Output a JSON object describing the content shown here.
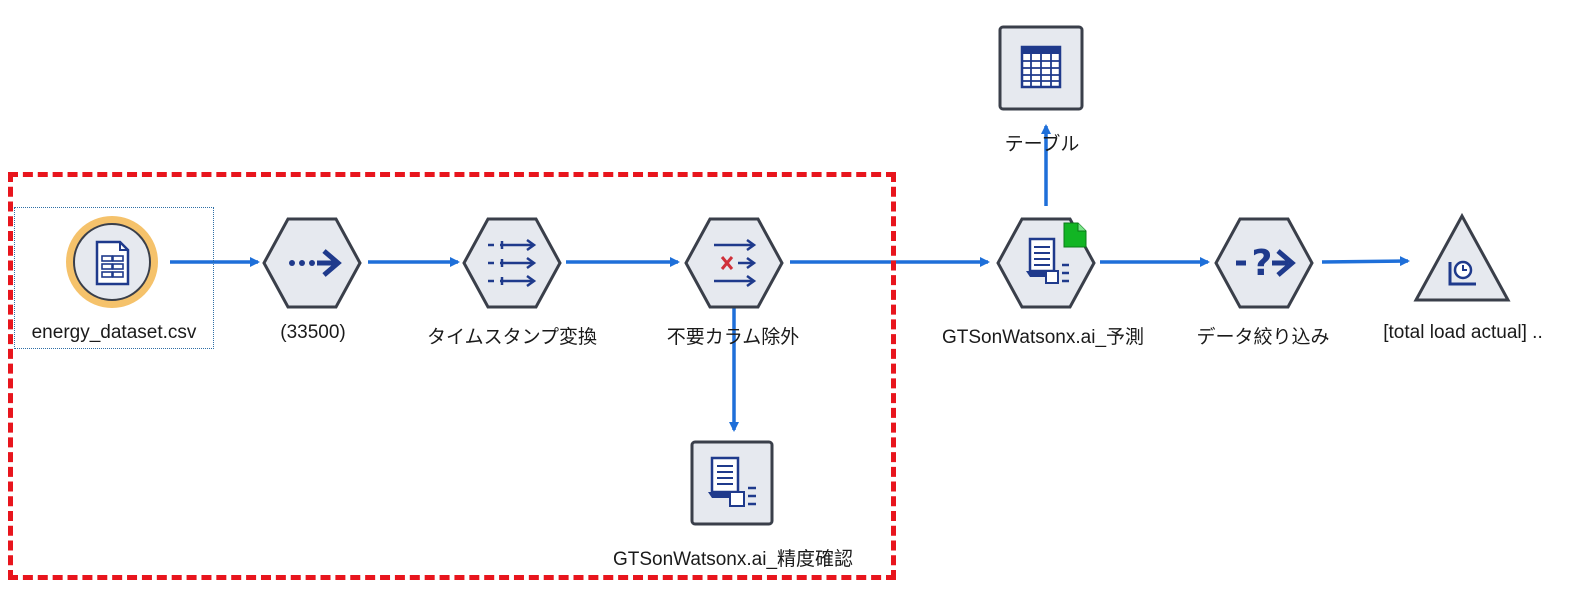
{
  "stream": {
    "nodes": [
      {
        "id": "source",
        "label": "energy_dataset.csv",
        "icon": "variable-file-source-icon"
      },
      {
        "id": "sample",
        "label": "(33500)",
        "icon": "sample-arrow-icon"
      },
      {
        "id": "timestamp",
        "label": "タイムスタンプ変換",
        "icon": "derive-arrows-icon"
      },
      {
        "id": "filter",
        "label": "不要カラム除外",
        "icon": "filter-columns-icon"
      },
      {
        "id": "accuracy",
        "label": "GTSonWatsonx.ai_精度確認",
        "icon": "extension-model-icon"
      },
      {
        "id": "predict",
        "label": "GTSonWatsonx.ai_予測",
        "icon": "extension-model-icon"
      },
      {
        "id": "table",
        "label": "テーブル",
        "icon": "table-output-icon"
      },
      {
        "id": "select",
        "label": "データ絞り込み",
        "icon": "select-question-icon"
      },
      {
        "id": "timeplot",
        "label": "[total load actual] ..",
        "icon": "time-plot-icon"
      }
    ]
  },
  "colors": {
    "node_fill": "#e6e9ef",
    "node_stroke": "#3a3f4a",
    "glyph": "#1f3a8c",
    "link": "#1e6fd9",
    "source_ring": "#f5c26b",
    "selection_frame": "#e8151d",
    "status_badge": "#12b524"
  }
}
